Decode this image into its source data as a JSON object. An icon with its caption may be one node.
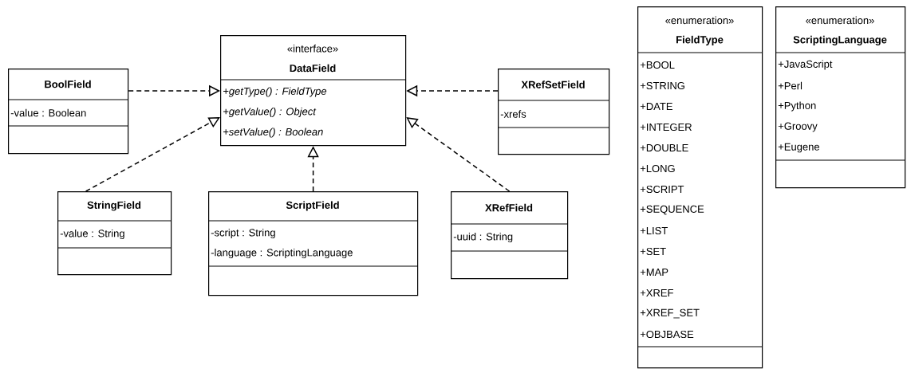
{
  "diagram": {
    "nodes": [
      {
        "text": [
          "«interface»",
          "DataField",
          "+getType() : FieldType",
          "+getValue() : Object",
          "+setValue() : Boolean"
        ]
      },
      {
        "text": [
          "BoolField",
          "-value : Boolean"
        ]
      },
      {
        "text": [
          "XRefSetField",
          "-xrefs"
        ]
      },
      {
        "text": [
          "StringField",
          "-value : String"
        ]
      },
      {
        "text": [
          "ScriptField",
          "-script : String",
          "-language : ScriptingLanguage"
        ]
      },
      {
        "text": [
          "XRefField",
          "-uuid : String"
        ]
      },
      {
        "text": [
          "«enumeration»",
          "FieldType",
          "+BOOL",
          "+STRING",
          "+DATE",
          "+INTEGER",
          "+DOUBLE",
          "+LONG",
          "+SCRIPT",
          "+SEQUENCE",
          "+LIST",
          "+SET",
          "+MAP",
          "+XREF",
          "+XREF_SET",
          "+OBJBASE"
        ]
      },
      {
        "text": [
          "«enumeration»",
          "ScriptingLanguage",
          "+JavaScript",
          "+Perl",
          "+Python",
          "+Groovy",
          "+Eugene"
        ]
      }
    ],
    "edges": [
      {
        "from": 1,
        "to": 0,
        "arrow": "to",
        "style": "dashed"
      },
      {
        "from": 2,
        "to": 0,
        "arrow": "to",
        "style": "dashed"
      },
      {
        "from": 3,
        "to": 0,
        "arrow": "to",
        "style": "dashed"
      },
      {
        "from": 4,
        "to": 0,
        "arrow": "to",
        "style": "dashed"
      },
      {
        "from": 5,
        "to": 0,
        "arrow": "to",
        "style": "dashed"
      }
    ]
  }
}
